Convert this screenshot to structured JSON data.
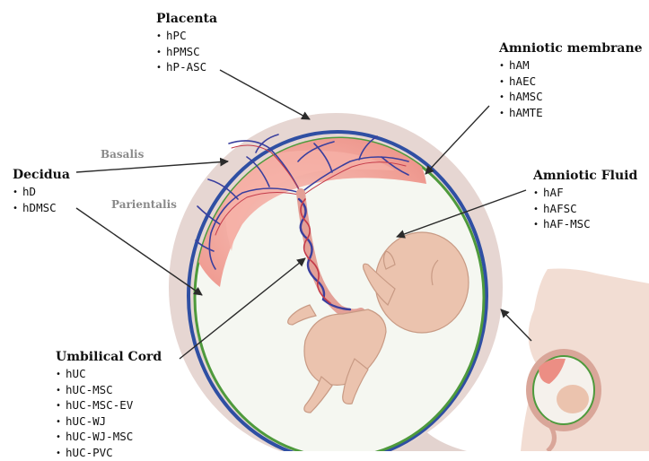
{
  "placenta": {
    "title": "Placenta",
    "items": [
      "hPC",
      "hPMSC",
      "hP-ASC"
    ]
  },
  "amniotic_membrane": {
    "title": "Amniotic membrane",
    "items": [
      "hAM",
      "hAEC",
      "hAMSC",
      "hAMTE"
    ]
  },
  "decidua": {
    "title": "Decidua",
    "items": [
      "hD",
      "hDMSC"
    ]
  },
  "decidua_parts": {
    "basalis": "Basalis",
    "parientalis": "Parientalis"
  },
  "amniotic_fluid": {
    "title": "Amniotic Fluid",
    "items": [
      "hAF",
      "hAFSC",
      "hAF-MSC"
    ]
  },
  "umbilical_cord": {
    "title": "Umbilical Cord",
    "items": [
      "hUC",
      "hUC-MSC",
      "hUC-MSC-EV",
      "hUC-WJ",
      "hUC-WJ-MSC",
      "hUC-PVC"
    ]
  },
  "colors": {
    "uterus_wall": "#e6d6d2",
    "amnion": "#4e9a3c",
    "chorion": "#2f4fa3",
    "placenta": "#f2a79d",
    "vessels": "#3a3f9e",
    "fetus": "#ebc3ae",
    "arrow": "#2b2b2b"
  }
}
